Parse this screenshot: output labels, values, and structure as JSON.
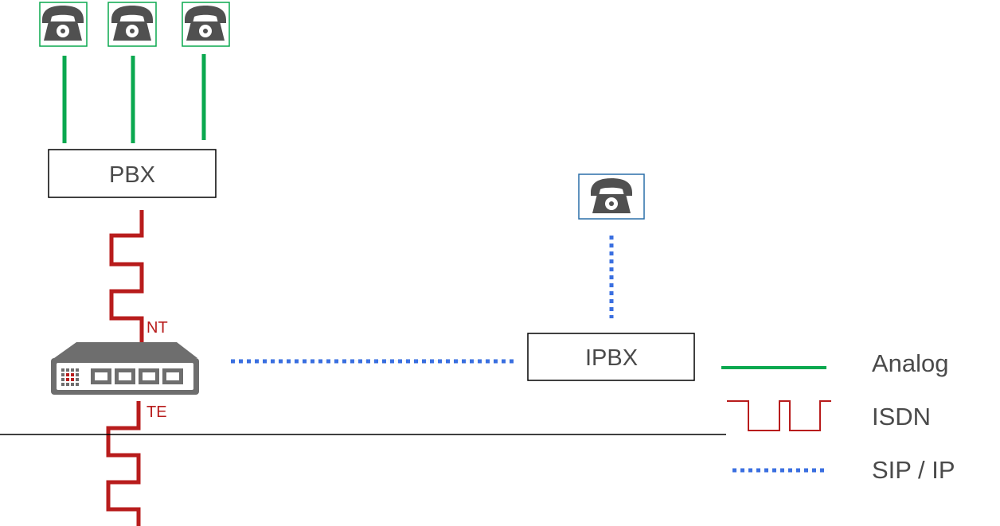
{
  "colors": {
    "analog": "#0aa84f",
    "isdn": "#b81c1c",
    "sip": "#3a6fe0",
    "phone_body": "#505050",
    "ip_phone_border": "#2a6fa8",
    "text": "#4a4a4a"
  },
  "nodes": {
    "pbx": {
      "label": "PBX"
    },
    "ipbx": {
      "label": "IPBX"
    },
    "gateway": {
      "icon": "network-switch-icon",
      "nt_label": "NT",
      "te_label": "TE"
    }
  },
  "phones": {
    "analog": [
      "phone-icon",
      "phone-icon",
      "phone-icon"
    ],
    "ip": "phone-icon"
  },
  "legend": {
    "analog": "Analog",
    "isdn": "ISDN",
    "sip": "SIP / IP"
  }
}
